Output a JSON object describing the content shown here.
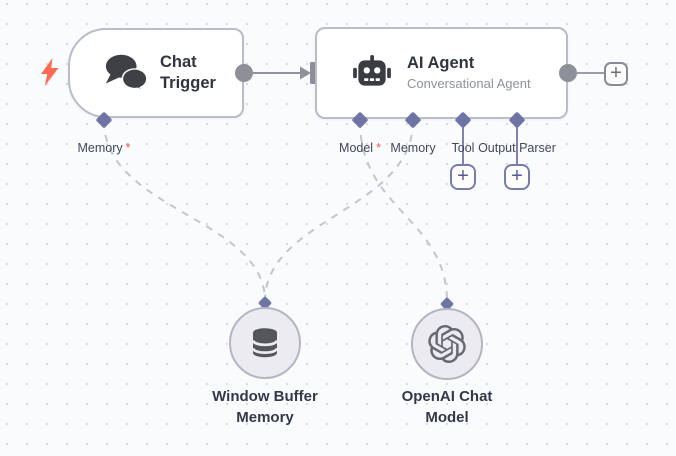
{
  "app": "n8n-workflow-canvas",
  "colors": {
    "canvas_bg": "#fafbfd",
    "grid_dot": "#d8dbe7",
    "node_border": "#b9bcc9",
    "node_bg": "#ffffff",
    "port_diamond": "#6f74a6",
    "endpoint_gray": "#8d8f99",
    "connector_solid": "#8f919b",
    "connector_dashed": "#c3c5d1",
    "plus_purple_border": "#777cab",
    "plus_gray_border": "#898b94",
    "trigger_bolt": "#ff6a55",
    "required_mark": "#ec5a5a",
    "title_text": "#31353f",
    "subtitle_text": "#8f929c",
    "port_label_text": "#42475a"
  },
  "nodes": {
    "chat_trigger": {
      "title": "Chat Trigger",
      "ports": {
        "memory": {
          "label": "Memory",
          "required": "*"
        }
      }
    },
    "ai_agent": {
      "title": "AI Agent",
      "subtitle": "Conversational Agent",
      "ports": {
        "model": {
          "label": "Model",
          "required": "*"
        },
        "memory": {
          "label": "Memory"
        },
        "tool": {
          "label": "Tool"
        },
        "output_parser": {
          "label": "Output Parser"
        }
      }
    },
    "window_buffer_memory": {
      "label": "Window Buffer Memory"
    },
    "openai_chat_model": {
      "label": "OpenAI Chat Model"
    }
  },
  "icons": {
    "plus": "+",
    "chat": "chat-bubbles",
    "robot": "robot-face",
    "database": "database-cylinder",
    "openai": "openai-logo",
    "lightning": "lightning-bolt"
  }
}
